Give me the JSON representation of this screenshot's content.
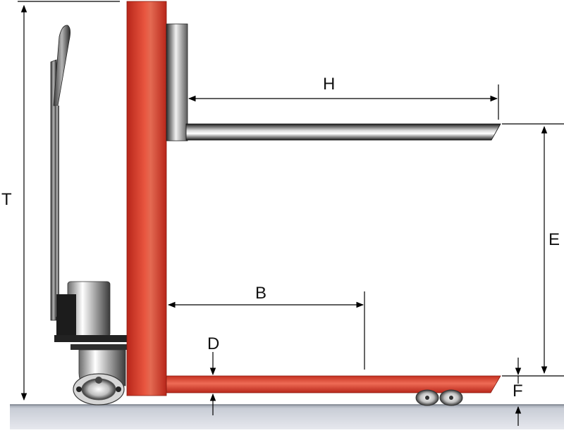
{
  "diagram": {
    "labels": {
      "T": "T",
      "H": "H",
      "E": "E",
      "B": "B",
      "D": "D",
      "F": "F"
    },
    "colors": {
      "mast": "#d33a2a",
      "fork_lower": "#d33a2a",
      "fork_upper": "#2a2a2a",
      "floor": "#c9cdd6",
      "dimension_lines": "#000000"
    }
  }
}
